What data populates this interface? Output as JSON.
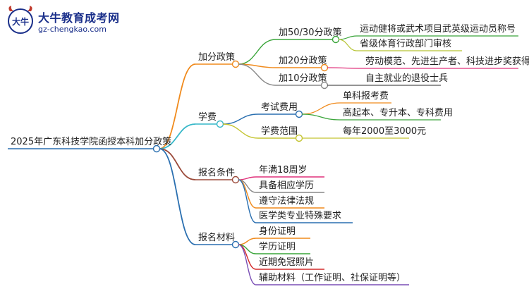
{
  "brand": {
    "name": "大牛教育成考网",
    "url": "gz-chengkao.com",
    "mark_text": "大牛"
  },
  "mindmap": {
    "root": "2025年广东科技学院函授本科加分政策",
    "branches": [
      {
        "label": "加分政策",
        "color": "#f08a1c",
        "children": [
          {
            "label": "加50/30分政策",
            "color": "#3aa53a",
            "children": [
              {
                "label": "运动健将或武术项目武英级运动员称号",
                "color": "#3aa53a"
              },
              {
                "label": "省级体育行政部门审核",
                "color": "#b7c435"
              }
            ]
          },
          {
            "label": "加20分政策",
            "color": "#f08a1c",
            "children": [
              {
                "label": "劳动模范、先进生产者、科技进步奖获得者",
                "color": "#e0307a"
              }
            ]
          },
          {
            "label": "加10分政策",
            "color": "#888888",
            "children": [
              {
                "label": "自主就业的退役士兵",
                "color": "#555555"
              }
            ]
          }
        ]
      },
      {
        "label": "学费",
        "color": "#35b7c8",
        "children": [
          {
            "label": "考试费用",
            "color": "#2a6fb0",
            "children": [
              {
                "label": "单科报考费",
                "color": "#f08a1c"
              },
              {
                "label": "高起本、专升本、专科费用",
                "color": "#3aa53a"
              }
            ]
          },
          {
            "label": "学费范围",
            "color": "#c4c430",
            "children": [
              {
                "label": "每年2000至3000元",
                "color": "#c4c430"
              }
            ]
          }
        ]
      },
      {
        "label": "报名条件",
        "color": "#9b4a3a",
        "children": [
          {
            "label": "年满18周岁",
            "color": "#e0307a"
          },
          {
            "label": "具备相应学历",
            "color": "#888888"
          },
          {
            "label": "遵守法律法规",
            "color": "#f08a1c"
          },
          {
            "label": "医学类专业特殊要求",
            "color": "#2a6fb0"
          }
        ]
      },
      {
        "label": "报名材料",
        "color": "#2a6fb0",
        "children": [
          {
            "label": "身份证明",
            "color": "#f08a1c"
          },
          {
            "label": "学历证明",
            "color": "#3aa53a"
          },
          {
            "label": "近期免冠照片",
            "color": "#d42a2a"
          },
          {
            "label": "辅助材料（工作证明、社保证明等）",
            "color": "#7a4fb5"
          }
        ]
      }
    ]
  }
}
